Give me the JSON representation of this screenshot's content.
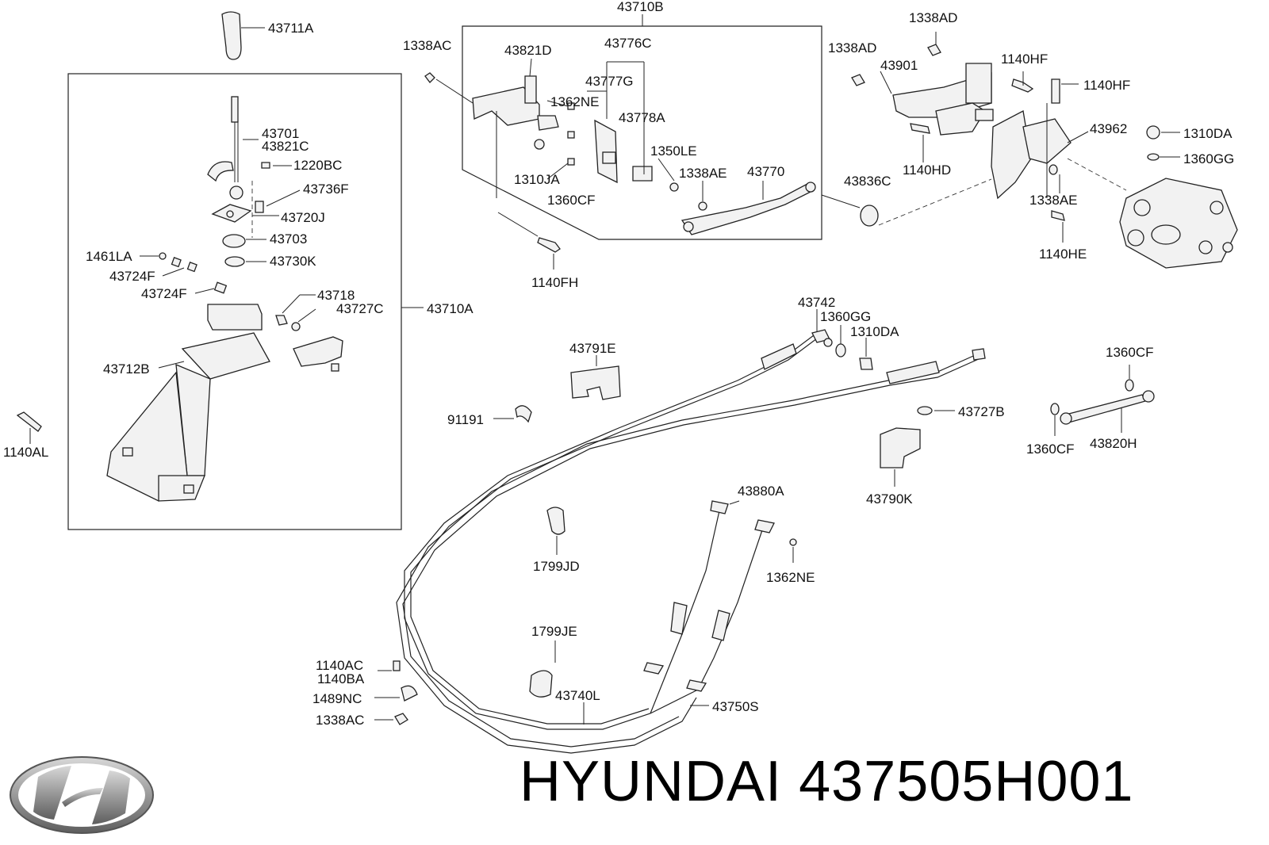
{
  "brand": {
    "name": "HYUNDAI",
    "part_number": "437505H001"
  },
  "labels": {
    "l43711A": "43711A",
    "l43710B": "43710B",
    "l1338AD_a": "1338AD",
    "l1338AC_a": "1338AC",
    "l43821D": "43821D",
    "l43776C": "43776C",
    "l1338AD_b": "1338AD",
    "l43901": "43901",
    "l1140HF_a": "1140HF",
    "l1140HF_b": "1140HF",
    "l43777G": "43777G",
    "l1362NE_a": "1362NE",
    "l43778A": "43778A",
    "l43701": "43701",
    "l43821C": "43821C",
    "l1220BC": "1220BC",
    "l43736F": "43736F",
    "l43720J": "43720J",
    "l43703": "43703",
    "l1461LA": "1461LA",
    "l43730K": "43730K",
    "l43724F_a": "43724F",
    "l43724F_b": "43724F",
    "l43718": "43718",
    "l43727C": "43727C",
    "l43710A": "43710A",
    "l43712B": "43712B",
    "l1140AL": "1140AL",
    "l1350LE": "1350LE",
    "l1310JA": "1310JA",
    "l1338AE_a": "1338AE",
    "l43770": "43770",
    "l1360CF_a": "1360CF",
    "l43836C": "43836C",
    "l1140HD": "1140HD",
    "l43962": "43962",
    "l1310DA_a": "1310DA",
    "l1360GG_a": "1360GG",
    "l1338AE_b": "1338AE",
    "l1140HE": "1140HE",
    "l1140FH": "1140FH",
    "l43742": "43742",
    "l1360GG_b": "1360GG",
    "l1310DA_b": "1310DA",
    "l43791E": "43791E",
    "l1360CF_b": "1360CF",
    "l91191": "91191",
    "l43727B": "43727B",
    "l1360CF_c": "1360CF",
    "l43820H": "43820H",
    "l43790K": "43790K",
    "l43880A": "43880A",
    "l1799JD": "1799JD",
    "l1362NE_b": "1362NE",
    "l1799JE": "1799JE",
    "l1140AC": "1140AC",
    "l1140BA": "1140BA",
    "l1489NC": "1489NC",
    "l1338AC_b": "1338AC",
    "l43740L": "43740L",
    "l43750S": "43750S"
  }
}
